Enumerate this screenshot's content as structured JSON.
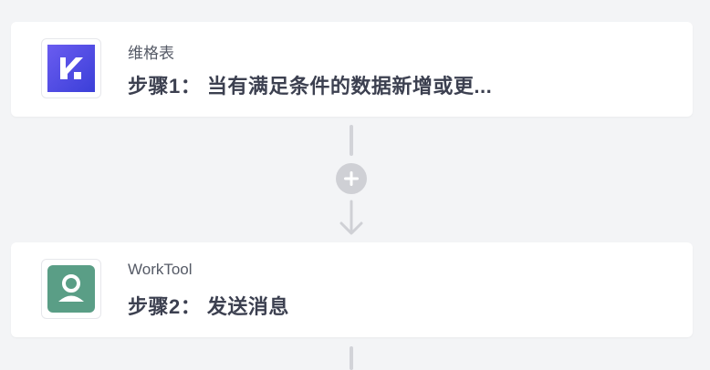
{
  "steps": [
    {
      "app_name": "维格表",
      "title": "步骤1： 当有满足条件的数据新增或更...",
      "icon": "vika-logo-icon",
      "icon_color": "#4f46e5"
    },
    {
      "app_name": "WorkTool",
      "title": "步骤2： 发送消息",
      "icon": "worktool-user-icon",
      "icon_color": "#5a9e86"
    }
  ],
  "flow": {
    "add_button_icon": "plus-icon",
    "arrow_icon": "arrow-down-icon",
    "connector_color": "#d2d3d8"
  }
}
